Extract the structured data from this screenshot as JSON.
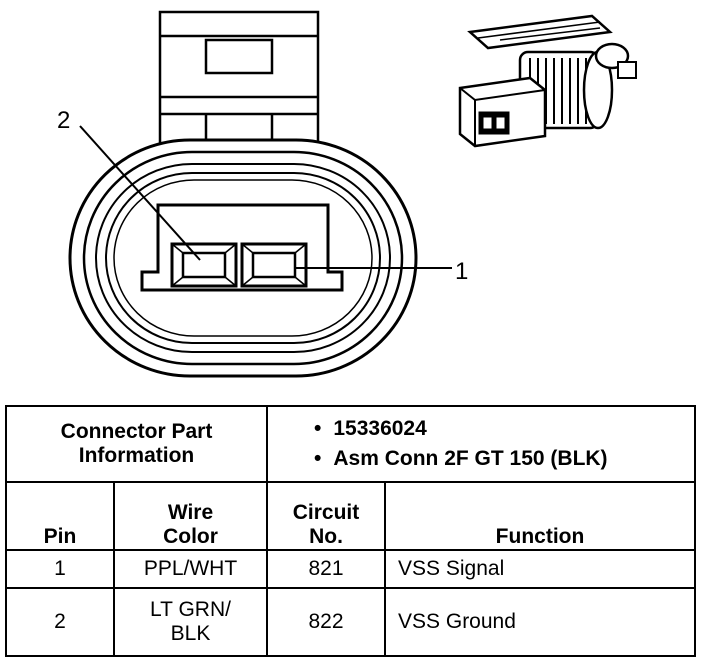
{
  "callouts": {
    "pin2": "2",
    "pin1": "1"
  },
  "part_info": {
    "label_line1": "Connector Part",
    "label_line2": "Information",
    "part_number": "15336024",
    "description": "Asm Conn 2F GT 150 (BLK)"
  },
  "columns": {
    "pin": "Pin",
    "wire_color_line1": "Wire",
    "wire_color_line2": "Color",
    "circuit_line1": "Circuit",
    "circuit_line2": "No.",
    "function": "Function"
  },
  "rows": [
    {
      "pin": "1",
      "wire_color_line1": "PPL/WHT",
      "wire_color_line2": "",
      "circuit": "821",
      "function": "VSS Signal"
    },
    {
      "pin": "2",
      "wire_color_line1": "LT GRN/",
      "wire_color_line2": "BLK",
      "circuit": "822",
      "function": "VSS Ground"
    }
  ]
}
